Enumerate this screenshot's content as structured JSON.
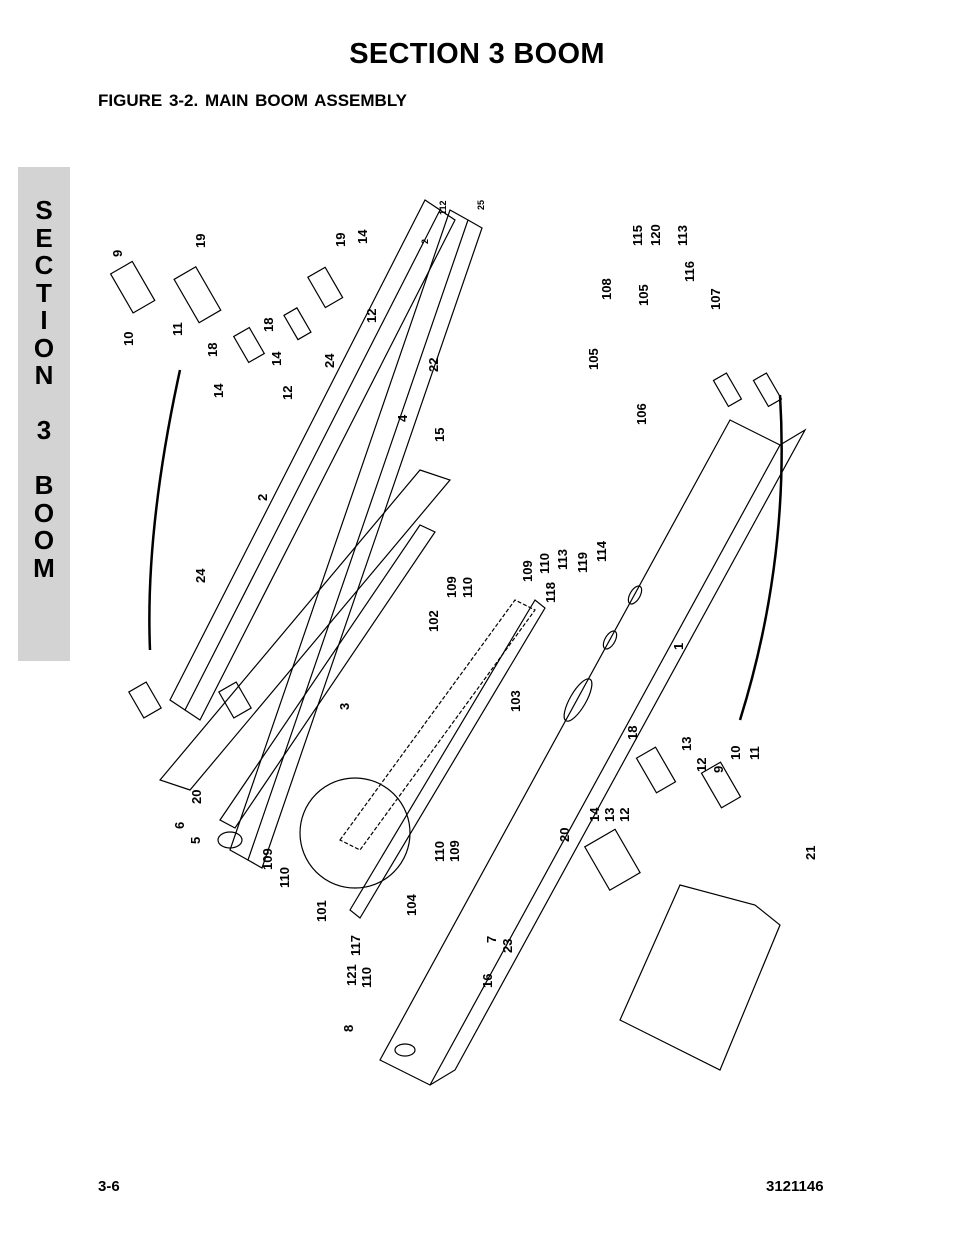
{
  "header": {
    "section_title": "SECTION 3   BOOM",
    "figure_title": "FIGURE 3-2.    MAIN BOOM ASSEMBLY"
  },
  "side_tab": {
    "letters": [
      "S",
      "E",
      "C",
      "T",
      "I",
      "O",
      "N",
      "",
      "3",
      "",
      "B",
      "O",
      "O",
      "M"
    ]
  },
  "footer": {
    "page_number": "3-6",
    "doc_number": "3121146"
  },
  "callouts": [
    {
      "id": "c1",
      "text": "9"
    },
    {
      "id": "c2",
      "text": "19"
    },
    {
      "id": "c3",
      "text": "10"
    },
    {
      "id": "c4",
      "text": "11"
    },
    {
      "id": "c5",
      "text": "18"
    },
    {
      "id": "c6",
      "text": "18"
    },
    {
      "id": "c7",
      "text": "14"
    },
    {
      "id": "c8",
      "text": "12"
    },
    {
      "id": "c9",
      "text": "14"
    },
    {
      "id": "c10",
      "text": "12"
    },
    {
      "id": "c11",
      "text": "19"
    },
    {
      "id": "c12",
      "text": "14"
    },
    {
      "id": "c13",
      "text": "24"
    },
    {
      "id": "c14",
      "text": "2"
    },
    {
      "id": "c15",
      "text": "24"
    },
    {
      "id": "c16",
      "text": "3"
    },
    {
      "id": "c17",
      "text": "22"
    },
    {
      "id": "c18",
      "text": "4"
    },
    {
      "id": "c19",
      "text": "15"
    },
    {
      "id": "c20",
      "text": "112"
    },
    {
      "id": "c21",
      "text": "25"
    },
    {
      "id": "c22",
      "text": "2"
    },
    {
      "id": "c23",
      "text": "115"
    },
    {
      "id": "c24",
      "text": "120"
    },
    {
      "id": "c25",
      "text": "113"
    },
    {
      "id": "c26",
      "text": "108"
    },
    {
      "id": "c27",
      "text": "105"
    },
    {
      "id": "c28",
      "text": "116"
    },
    {
      "id": "c29",
      "text": "107"
    },
    {
      "id": "c30",
      "text": "105"
    },
    {
      "id": "c31",
      "text": "106"
    },
    {
      "id": "c32",
      "text": "109"
    },
    {
      "id": "c33",
      "text": "110"
    },
    {
      "id": "c34",
      "text": "109"
    },
    {
      "id": "c35",
      "text": "110"
    },
    {
      "id": "c36",
      "text": "113"
    },
    {
      "id": "c37",
      "text": "118"
    },
    {
      "id": "c38",
      "text": "119"
    },
    {
      "id": "c39",
      "text": "114"
    },
    {
      "id": "c40",
      "text": "102"
    },
    {
      "id": "c41",
      "text": "1"
    },
    {
      "id": "c42",
      "text": "103"
    },
    {
      "id": "c43",
      "text": "20"
    },
    {
      "id": "c44",
      "text": "6"
    },
    {
      "id": "c45",
      "text": "5"
    },
    {
      "id": "c46",
      "text": "109"
    },
    {
      "id": "c47",
      "text": "110"
    },
    {
      "id": "c48",
      "text": "101"
    },
    {
      "id": "c49",
      "text": "110"
    },
    {
      "id": "c50",
      "text": "109"
    },
    {
      "id": "c51",
      "text": "104"
    },
    {
      "id": "c52",
      "text": "18"
    },
    {
      "id": "c53",
      "text": "13"
    },
    {
      "id": "c54",
      "text": "12"
    },
    {
      "id": "c55",
      "text": "9"
    },
    {
      "id": "c56",
      "text": "10"
    },
    {
      "id": "c57",
      "text": "11"
    },
    {
      "id": "c58",
      "text": "20"
    },
    {
      "id": "c59",
      "text": "14"
    },
    {
      "id": "c60",
      "text": "13"
    },
    {
      "id": "c61",
      "text": "12"
    },
    {
      "id": "c62",
      "text": "21"
    },
    {
      "id": "c63",
      "text": "117"
    },
    {
      "id": "c64",
      "text": "121"
    },
    {
      "id": "c65",
      "text": "110"
    },
    {
      "id": "c66",
      "text": "7"
    },
    {
      "id": "c67",
      "text": "23"
    },
    {
      "id": "c68",
      "text": "16"
    },
    {
      "id": "c69",
      "text": "8"
    }
  ]
}
